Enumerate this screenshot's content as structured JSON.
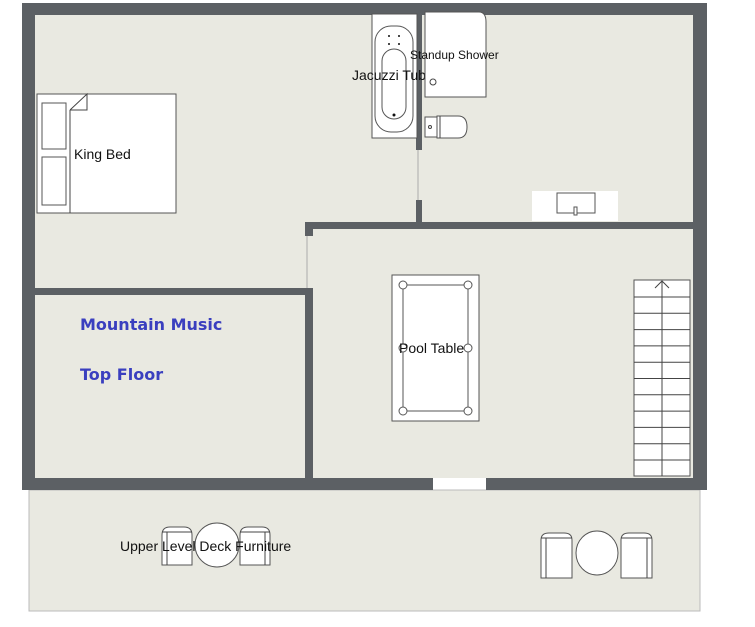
{
  "plan": {
    "title": "Mountain Music",
    "subtitle": "Top Floor",
    "title_color": "#3a3fbf",
    "wall_color": "#5c6064",
    "floor_color": "#e9e9e1"
  },
  "labels": {
    "bed": "King Bed",
    "tub": "Jacuzzi Tub",
    "shower": "Standup Shower",
    "pool": "Pool Table",
    "deck": "Upper Level Deck Furniture"
  }
}
